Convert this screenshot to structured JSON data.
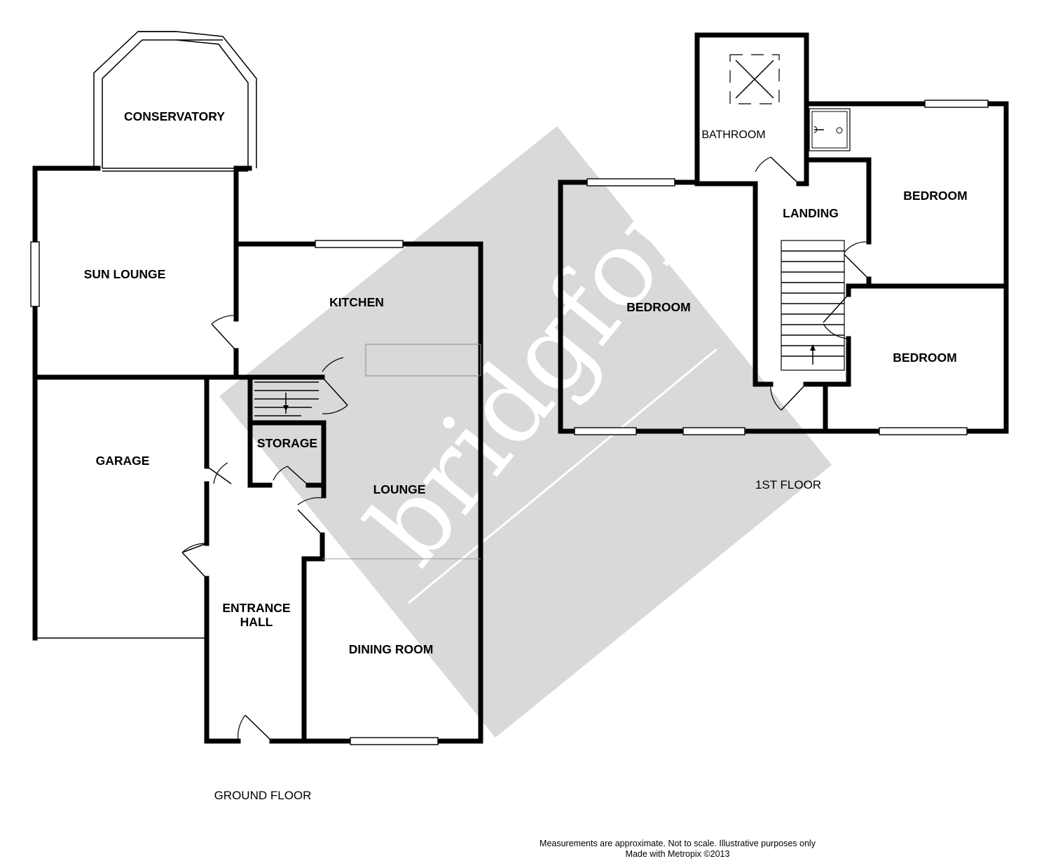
{
  "watermark": {
    "brand": "bridgfords",
    "box_color": "#d9d9d9",
    "text_color": "#ffffff"
  },
  "ground_floor": {
    "title": "GROUND FLOOR",
    "rooms": {
      "conservatory": "CONSERVATORY",
      "sun_lounge": "SUN LOUNGE",
      "kitchen": "KITCHEN",
      "garage": "GARAGE",
      "storage": "STORAGE",
      "lounge": "LOUNGE",
      "entrance_hall_line1": "ENTRANCE",
      "entrance_hall_line2": "HALL",
      "dining_room": "DINING ROOM"
    }
  },
  "first_floor": {
    "title": "1ST FLOOR",
    "rooms": {
      "bathroom": "BATHROOM",
      "landing": "LANDING",
      "bedroom_main": "BEDROOM",
      "bedroom_rear": "BEDROOM",
      "bedroom_front": "BEDROOM"
    }
  },
  "footer": {
    "line1": "Measurements are approximate.  Not to scale.  Illustrative purposes only",
    "line2": "Made with Metropix ©2013"
  }
}
